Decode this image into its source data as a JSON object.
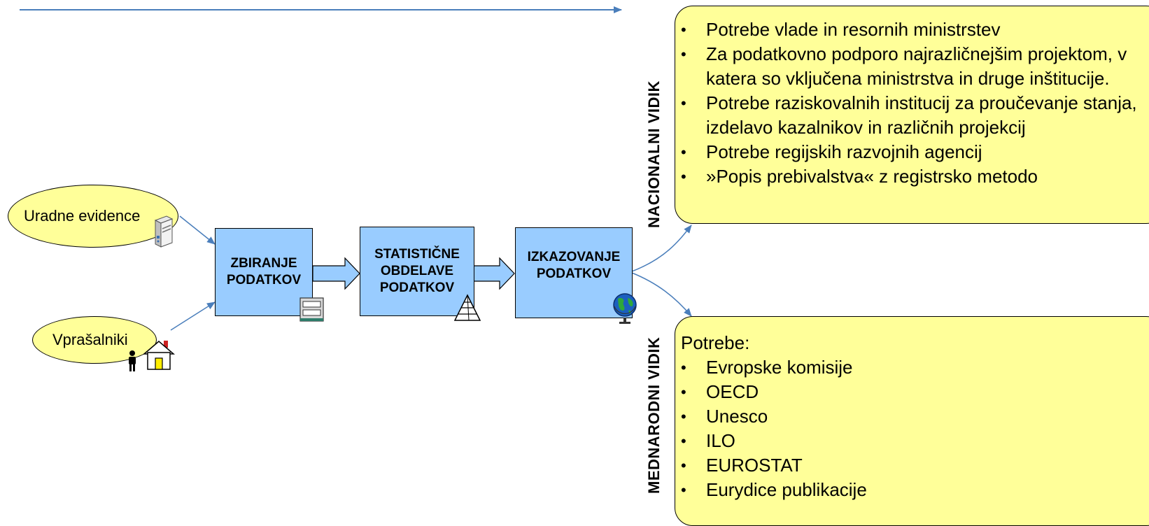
{
  "nodes": {
    "uradne_evidence": "Uradne evidence",
    "vprasalniki": "Vprašalniki",
    "zbiranje": "ZBIRANJE\nPODATKOV",
    "statisticne": "STATISTIČNE\nOBDELAVE\nPODATKOV",
    "izkazovanje": "IZKAZOVANJE\nPODATKOV"
  },
  "nacionalni": {
    "label": "NACIONALNI VIDIK",
    "items": [
      "Potrebe vlade in resornih ministrstev",
      "Za podatkovno podporo najrazličnejšim projektom, v katera so vključena ministrstva in druge inštitucije.",
      "Potrebe raziskovalnih institucij za proučevanje stanja, izdelavo kazalnikov in različnih projekcij",
      "Potrebe regijskih razvojnih  agencij",
      "»Popis prebivalstva« z registrsko metodo"
    ]
  },
  "mednarodni": {
    "label": "MEDNARODNI VIDIK",
    "intro": "Potrebe:",
    "items": [
      "Evropske komisije",
      "OECD",
      "Unesco",
      "ILO",
      "EUROSTAT",
      "Eurydice publikacije"
    ]
  },
  "icons": [
    "server-icon",
    "person-icon",
    "house-icon",
    "form-icon",
    "pyramid-icon",
    "globe-icon"
  ],
  "colors": {
    "box_fill": "#99ccff",
    "note_fill": "#ffff99",
    "connector": "#4a7ebb"
  }
}
